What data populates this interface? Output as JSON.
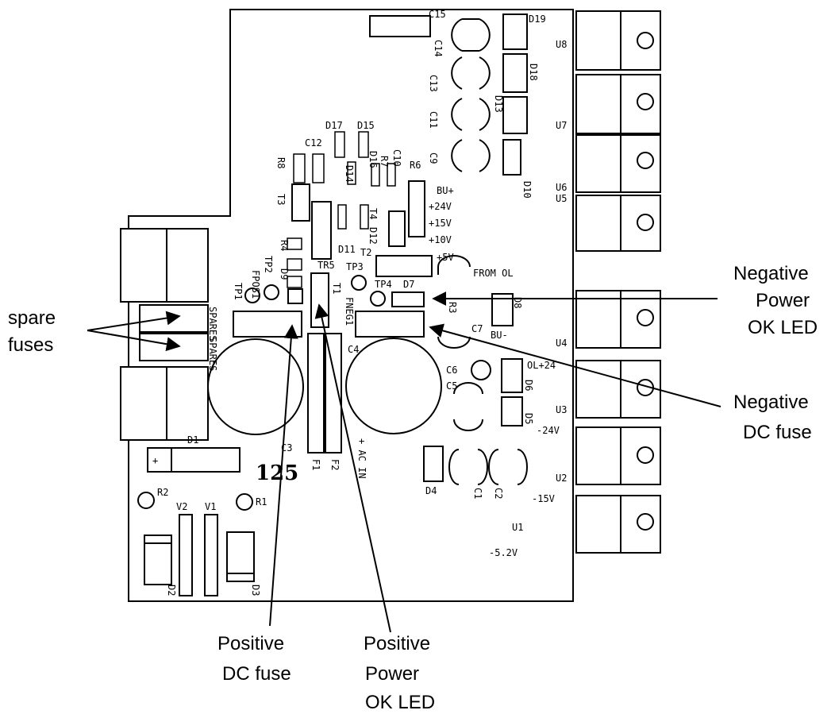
{
  "callouts": {
    "spare_fuses": [
      "spare",
      "fuses"
    ],
    "negative_power_ok_led": [
      "Negative",
      "Power",
      "OK LED"
    ],
    "negative_dc_fuse": [
      "Negative",
      "DC fuse"
    ],
    "positive_dc_fuse": [
      "Positive",
      "DC fuse"
    ],
    "positive_power_ok_led": [
      "Positive",
      "Power",
      "OK LED"
    ]
  },
  "board_marking": "125",
  "silkscreen": {
    "c15": "C15",
    "c14": "C14",
    "d19": "D19",
    "c13": "C13",
    "d18": "D18",
    "d13": "D13",
    "c11": "C11",
    "c9": "C9",
    "d10": "D10",
    "u8": "U8",
    "u7": "U7",
    "u6": "U6",
    "u5": "U5",
    "u4": "U4",
    "u3": "U3",
    "u2": "U2",
    "u1": "U1",
    "d17": "D17",
    "d15": "D15",
    "c12": "C12",
    "r8": "R8",
    "d14": "D14",
    "d16": "D16",
    "r7": "R7",
    "c10": "C10",
    "r6": "R6",
    "t3": "T3",
    "t4": "T4",
    "d12": "D12",
    "t2": "T2",
    "d11": "D11",
    "bu_plus": "BU+",
    "v24": "+24V",
    "v15": "+15V",
    "v10": "+10V",
    "v5": "+5V",
    "from_ol": "FROM OL",
    "r4": "R4",
    "tp2": "TP2",
    "tr5": "TR5",
    "tp3": "TP3",
    "d9": "D9",
    "fpos1": "FPOS1",
    "tp1": "TP1",
    "t1": "T1",
    "tp4": "TP4",
    "d7": "D7",
    "r3": "R3",
    "d8": "D8",
    "c7": "C7",
    "bu_minus": "BU-",
    "fneg1": "FNEG1",
    "spares_top": "SPARES",
    "spares_bot": "SPARES",
    "c4": "C4",
    "c6": "C6",
    "ol24": "OL+24",
    "c5": "C5",
    "d6": "D6",
    "d5": "D5",
    "m24": "-24V",
    "m15": "-15V",
    "m52": "-5.2V",
    "d1": "D1",
    "c3": "C3",
    "f1": "F1",
    "f2": "F2",
    "acin": "+ AC IN",
    "d4": "D4",
    "c1": "C1",
    "c2": "C2",
    "r2": "R2",
    "r1": "R1",
    "v2": "V2",
    "v1": "V1",
    "d2": "D2",
    "d3": "D3",
    "plus": "+"
  }
}
